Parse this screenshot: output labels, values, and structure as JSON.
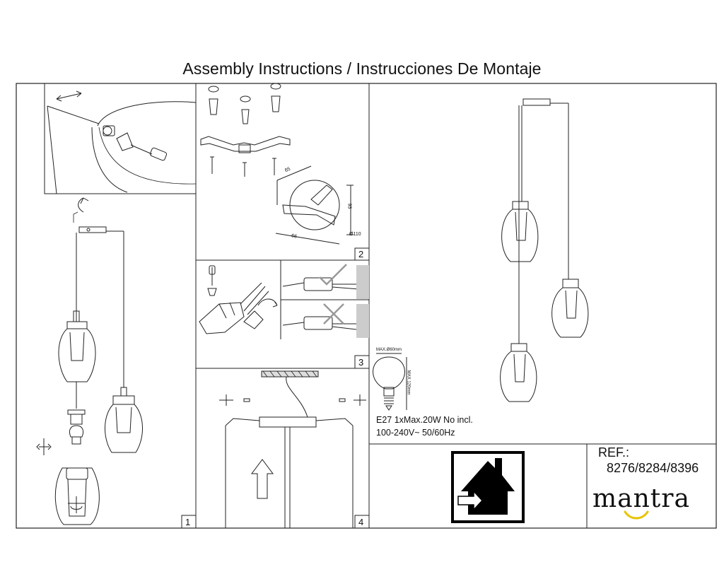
{
  "title": "Assembly Instructions / Instrucciones De Montaje",
  "steps": [
    "1",
    "2",
    "3",
    "4"
  ],
  "dimensions": {
    "bracket_top": "65",
    "bracket_side": "93",
    "bracket_bottom": "66",
    "bracket_diameter": "Ø110",
    "bulb_width": "MAX.Ø60mm",
    "bulb_height": "MAX.120mm"
  },
  "specs": {
    "bulb": "E27 1xMax.20W  No incl.",
    "voltage": "100-240V~ 50/60Hz"
  },
  "reference": {
    "label": "REF.:",
    "codes": "8276/8284/8396"
  },
  "brand": {
    "name": "mantra",
    "color": "#e8c400"
  },
  "icons": [
    "indoor-use-icon",
    "rotate-arrows-icon",
    "check-icon",
    "cross-icon",
    "up-arrow-icon"
  ]
}
